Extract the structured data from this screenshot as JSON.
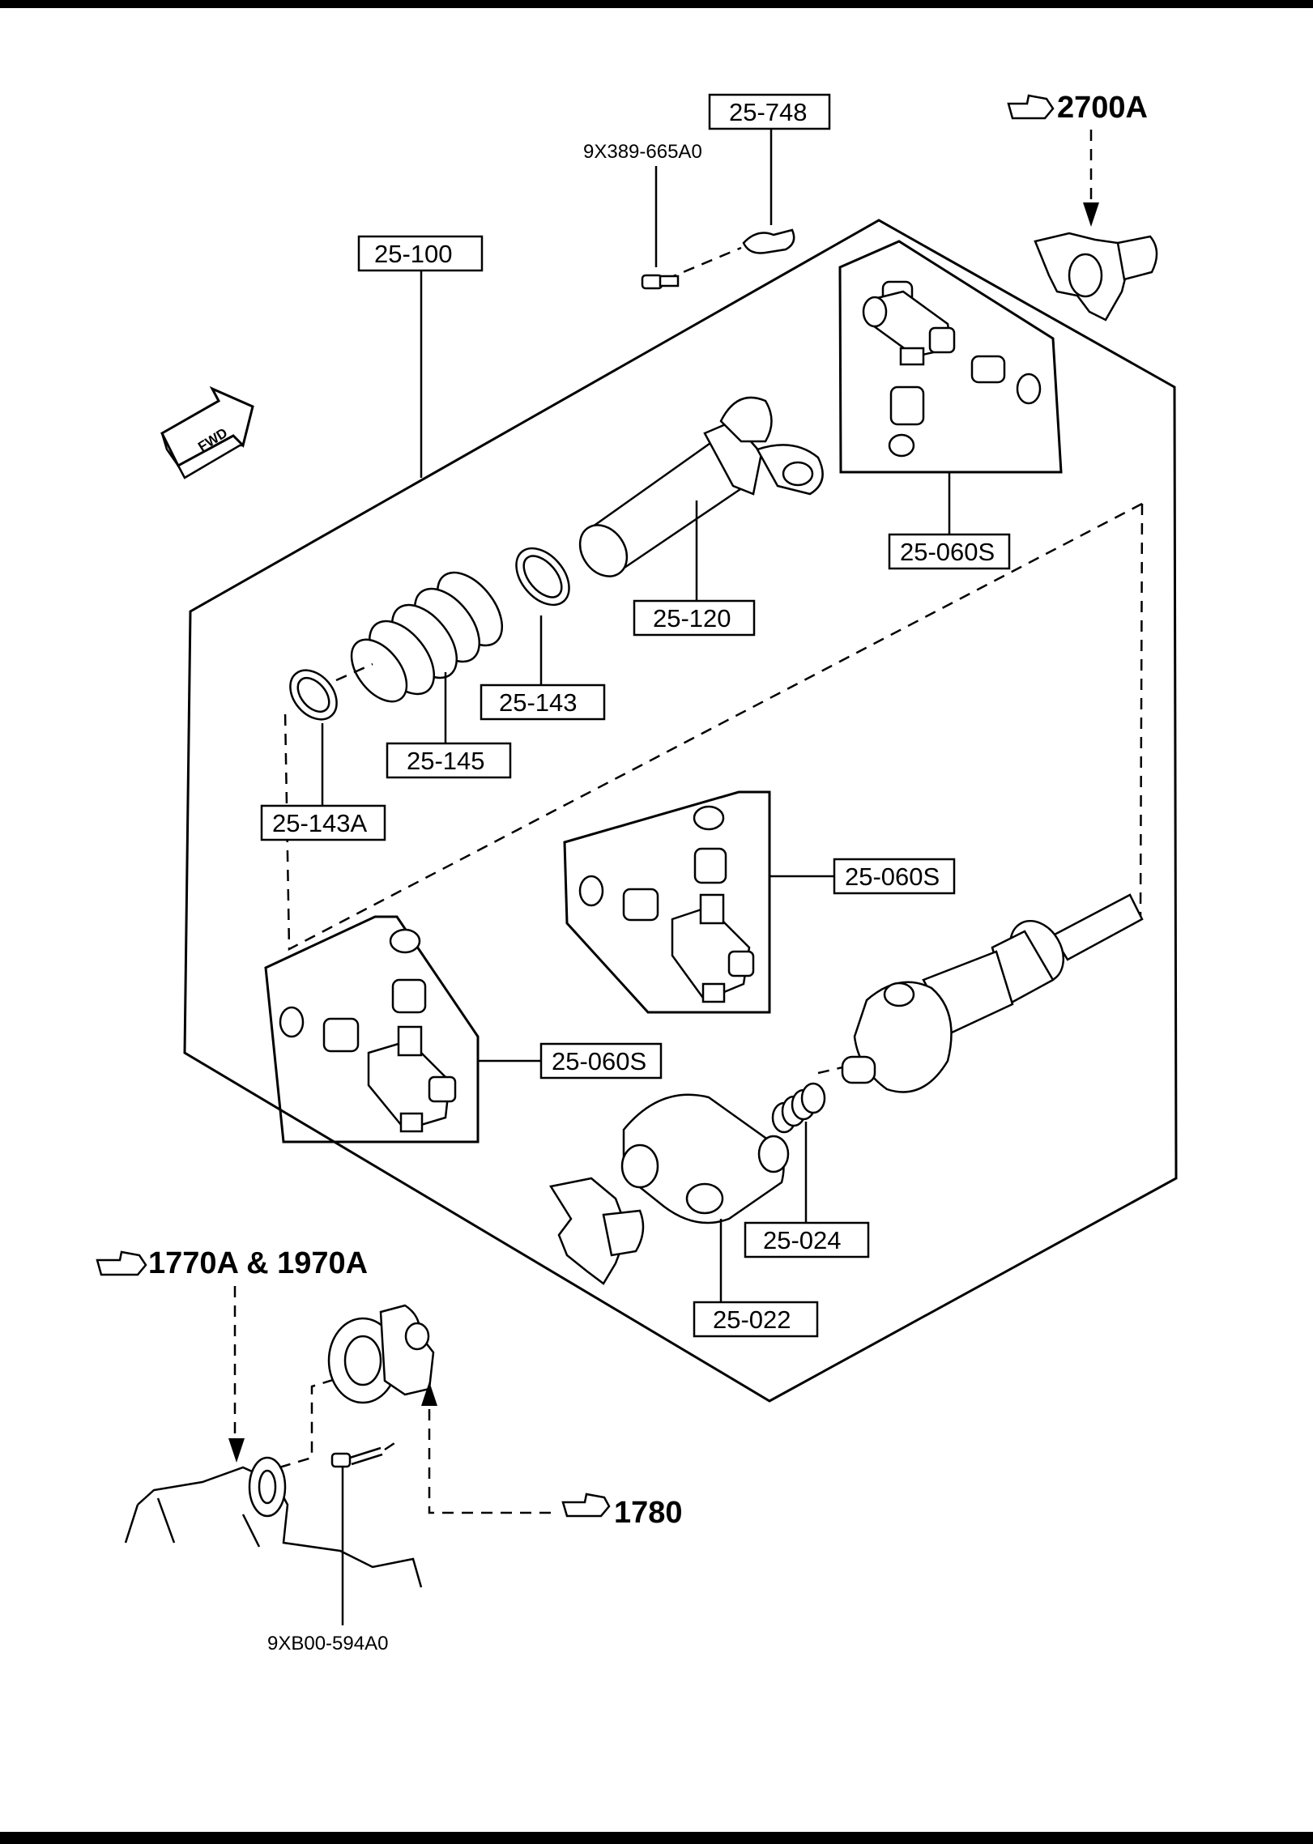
{
  "parts": {
    "p25_748": "25-748",
    "p25_100": "25-100",
    "p25_060s_top": "25-060S",
    "p25_120": "25-120",
    "p25_143": "25-143",
    "p25_145": "25-145",
    "p25_143a": "25-143A",
    "p25_060s_mid": "25-060S",
    "p25_060s_low": "25-060S",
    "p25_024": "25-024",
    "p25_022": "25-022"
  },
  "codes": {
    "bolt_top": "9X389-665A0",
    "bolt_bottom": "9XB00-594A0"
  },
  "references": {
    "ref_2700a": "2700A",
    "ref_1770a_1970a": "1770A & 1970A",
    "ref_1780": "1780"
  },
  "fwd_label": "FWD",
  "icons": {
    "ref_pointer": "pointing-hand-icon",
    "fwd_arrow": "forward-arrow-icon"
  }
}
